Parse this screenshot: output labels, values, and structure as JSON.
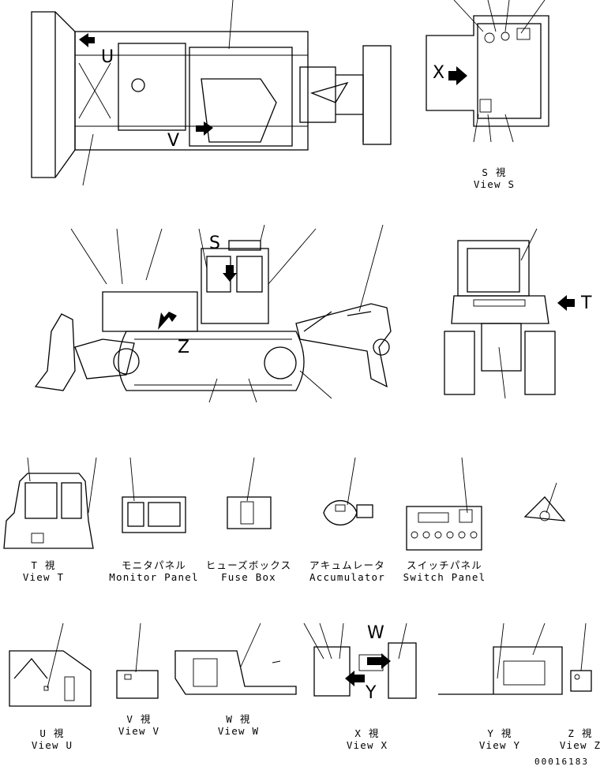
{
  "top": {
    "view_S": {
      "jp": "S 視",
      "en": "View S"
    },
    "letters": {
      "X": "X",
      "V": "V",
      "U": "U"
    }
  },
  "middle": {
    "letters": {
      "S": "S",
      "Z": "Z",
      "T": "T"
    }
  },
  "views": [
    {
      "jp": "T 視",
      "en": "View T"
    },
    {
      "jp": "モニタパネル",
      "en": "Monitor Panel"
    },
    {
      "jp": "ヒューズボックス",
      "en": "Fuse Box"
    },
    {
      "jp": "アキュムレータ",
      "en": "Accumulator"
    },
    {
      "jp": "スイッチパネル",
      "en": "Switch Panel"
    }
  ],
  "bottom_views": [
    {
      "jp": "U 視",
      "en": "View U"
    },
    {
      "jp": "V 視",
      "en": "View V"
    },
    {
      "jp": "W 視",
      "en": "View W"
    },
    {
      "jp": "X 視",
      "en": "View X"
    },
    {
      "jp": "Y 視",
      "en": "View Y"
    },
    {
      "jp": "Z 視",
      "en": "View Z"
    }
  ],
  "bottom_letters": {
    "W": "W",
    "Y": "Y"
  },
  "doc_number": "00016183"
}
